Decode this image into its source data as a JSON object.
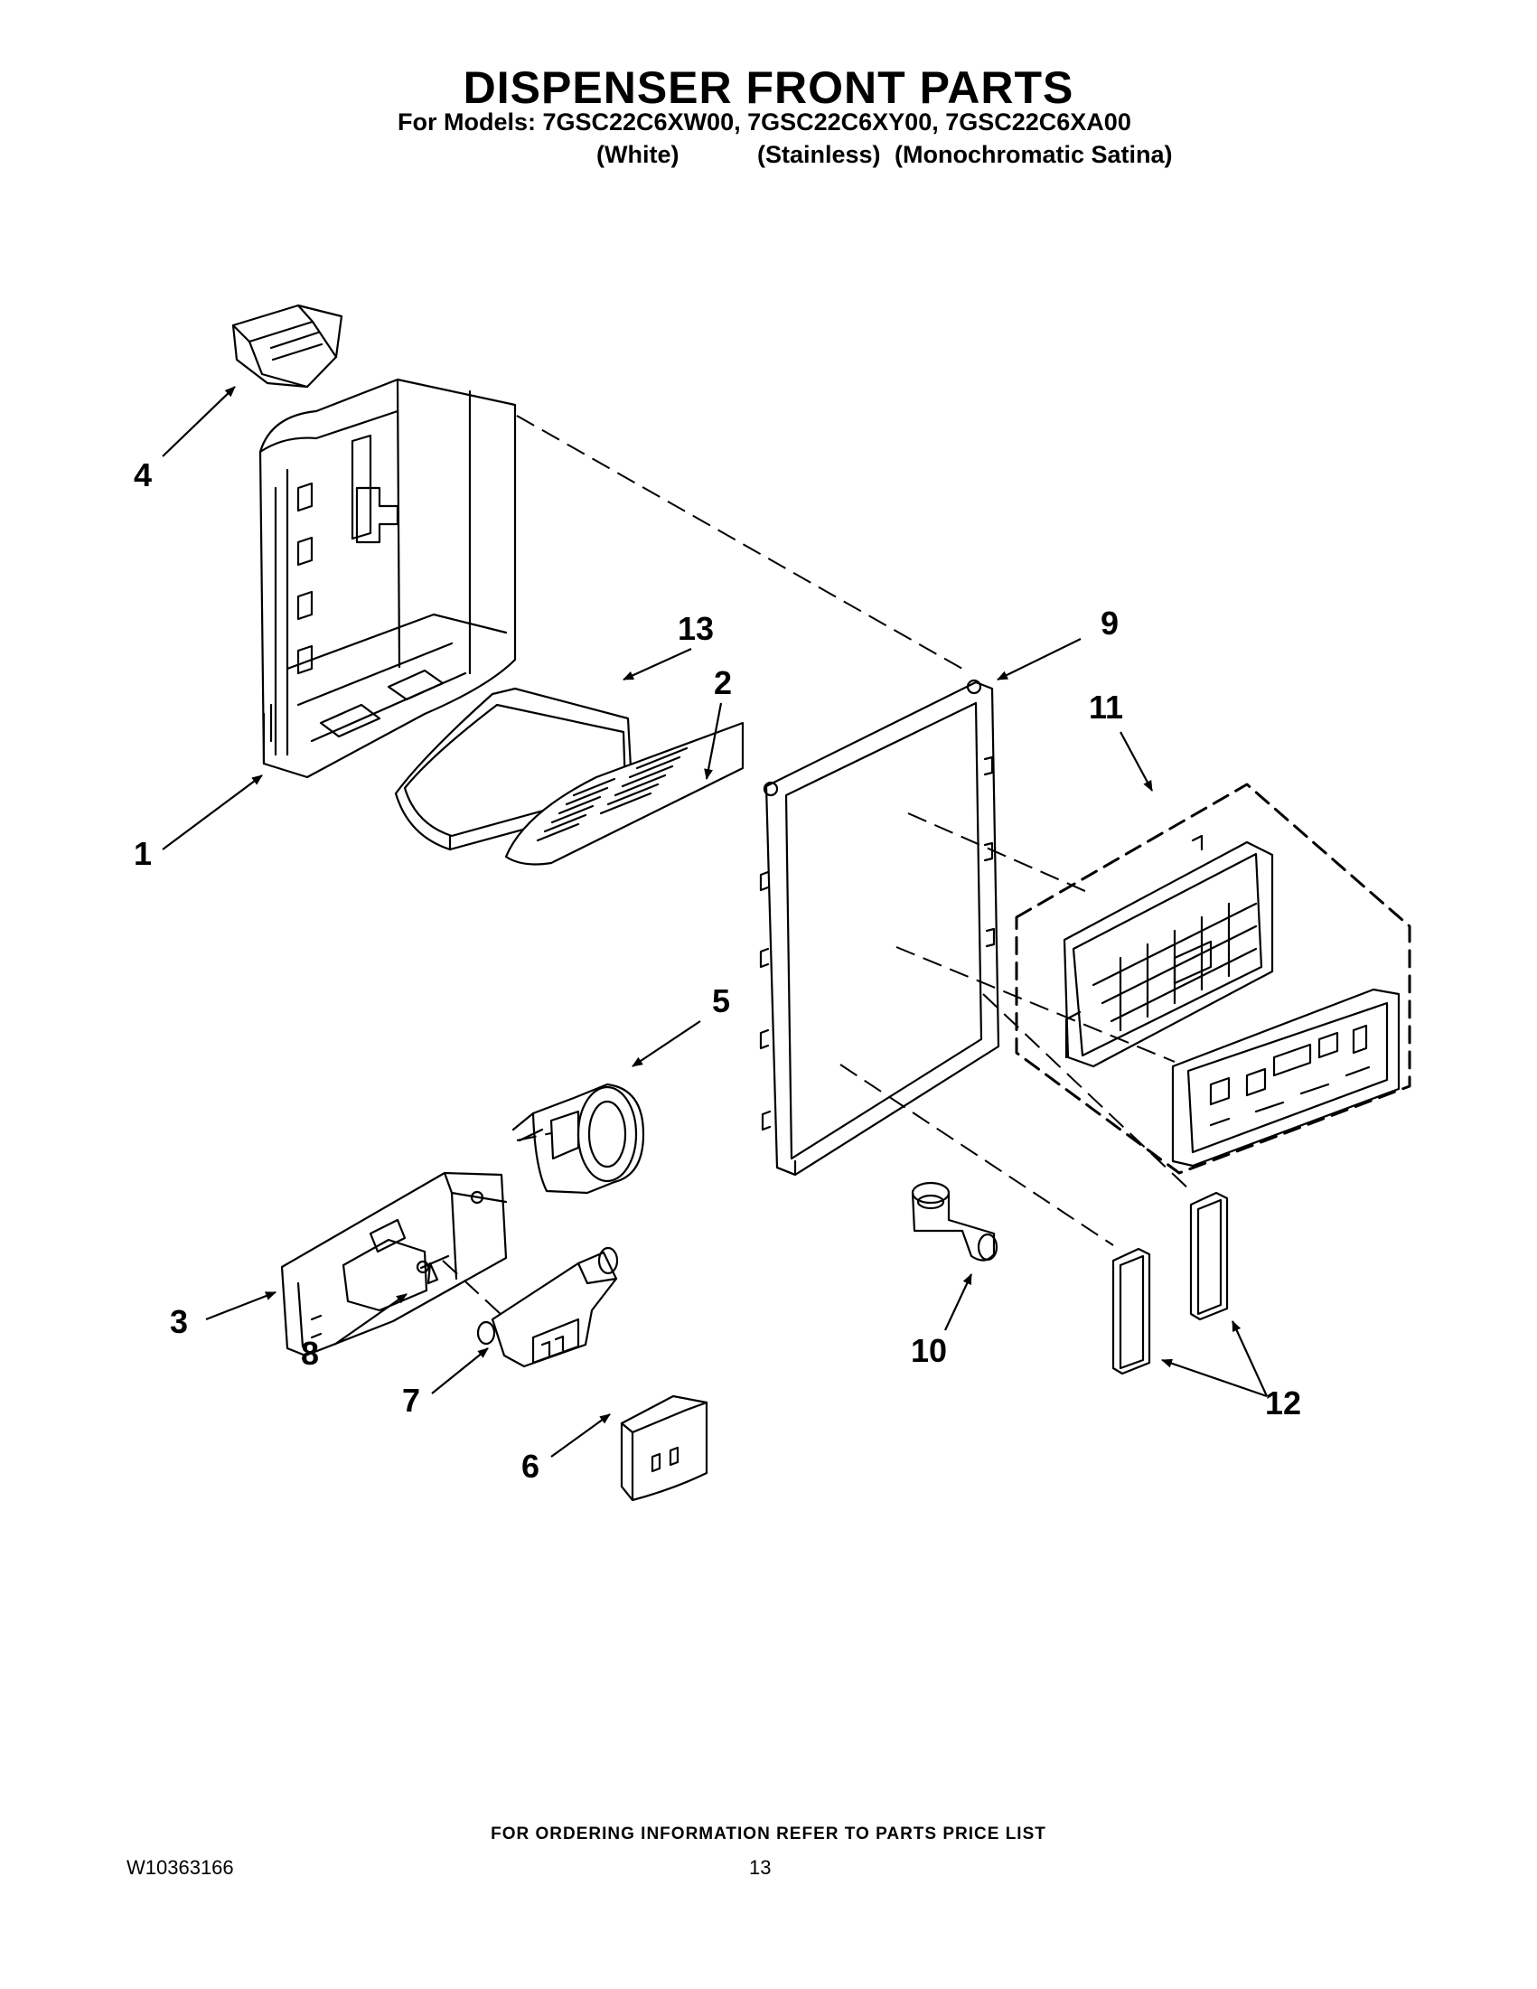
{
  "header": {
    "title": "DISPENSER FRONT PARTS",
    "models_line": "For Models: 7GSC22C6XW00, 7GSC22C6XY00, 7GSC22C6XA00",
    "variants": [
      "(White)",
      "(Stainless)",
      "(Monochromatic Satina)"
    ]
  },
  "callouts": {
    "c1": "1",
    "c2": "2",
    "c3": "3",
    "c4": "4",
    "c5": "5",
    "c6": "6",
    "c7": "7",
    "c8": "8",
    "c9": "9",
    "c10": "10",
    "c11": "11",
    "c12": "12",
    "c13": "13"
  },
  "footer": {
    "note": "FOR ORDERING INFORMATION REFER TO PARTS PRICE LIST",
    "doc_number": "W10363166",
    "page_number": "13"
  }
}
